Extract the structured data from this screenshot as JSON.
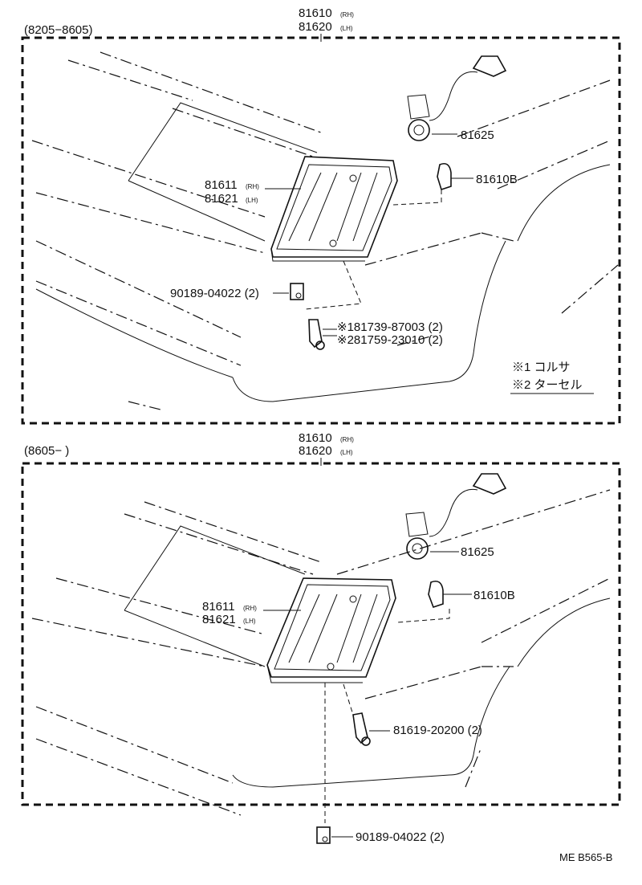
{
  "top_panel": {
    "date_range": "(8205−8605)",
    "assembly_part_rh": "81610",
    "assembly_suffix_rh": "(RH)",
    "assembly_part_lh": "81620",
    "assembly_suffix_lh": "(LH)",
    "lens_part_rh": "81611",
    "lens_suffix_rh": "(RH)",
    "lens_part_lh": "81621",
    "lens_suffix_lh": "(LH)",
    "socket_part": "81625",
    "bulb_part": "81610B",
    "nut_part": "90189-04022 (2)",
    "screw_part_1": "※181739-87003 (2)",
    "screw_part_2": "※281759-23010 (2)",
    "legend_1": "※1 コルサ",
    "legend_2": "※2 ターセル"
  },
  "bottom_panel": {
    "date_range": "(8605−       )",
    "assembly_part_rh": "81610",
    "assembly_suffix_rh": "(RH)",
    "assembly_part_lh": "81620",
    "assembly_suffix_lh": "(LH)",
    "lens_part_rh": "81611",
    "lens_suffix_rh": "(RH)",
    "lens_part_lh": "81621",
    "lens_suffix_lh": "(LH)",
    "socket_part": "81625",
    "bulb_part": "81610B",
    "screw_part": "81619-20200 (2)",
    "nut_part": "90189-04022 (2)"
  },
  "diagram_code": "ME B565-B"
}
